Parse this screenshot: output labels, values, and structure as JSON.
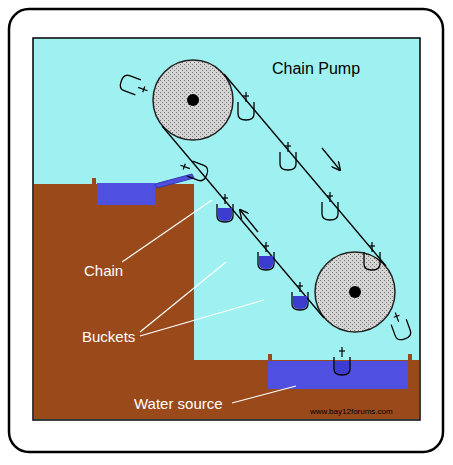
{
  "diagram": {
    "title": "Chain Pump",
    "labels": [
      "Chain",
      "Buckets",
      "Water source",
      "www.bay12forums.com"
    ]
  }
}
